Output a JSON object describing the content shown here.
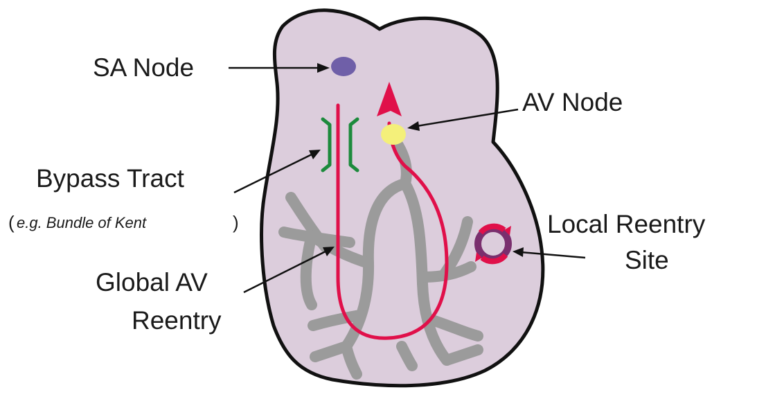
{
  "labels": {
    "sa_node": "SA Node",
    "av_node": "AV Node",
    "bypass_tract_line1": "Bypass Tract",
    "bypass_tract_example": "e.g. Bundle of Kent",
    "paren_open": "(",
    "paren_close": ")",
    "global_line1": "Global AV",
    "global_line2": "Reentry",
    "local_line1": "Local Reentry",
    "local_line2": "Site"
  },
  "colors": {
    "heart_fill": "#dccddc",
    "heart_outline": "#111111",
    "conduction": "#9b9b9b",
    "reentry_path": "#e0104a",
    "sa_node": "#6f5fa8",
    "av_node": "#f4f07a",
    "bypass_bracket": "#1c8a3c",
    "local_reentry_ring": "#7a2f6e"
  }
}
